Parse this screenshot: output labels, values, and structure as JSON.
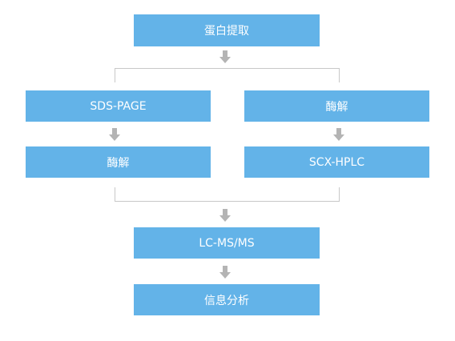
{
  "diagram": {
    "nodes": {
      "protein_extraction": "蛋白提取",
      "sds_page": "SDS-PAGE",
      "digestion_left": "酶解",
      "digestion_right": "酶解",
      "scx_hplc": "SCX-HPLC",
      "lc_ms_ms": "LC-MS/MS",
      "bioinformatics": "信息分析"
    },
    "colors": {
      "node_fill": "#63b3e8",
      "node_text": "#ffffff",
      "connector": "#c8c8c8",
      "arrow": "#b4b4b4"
    }
  }
}
